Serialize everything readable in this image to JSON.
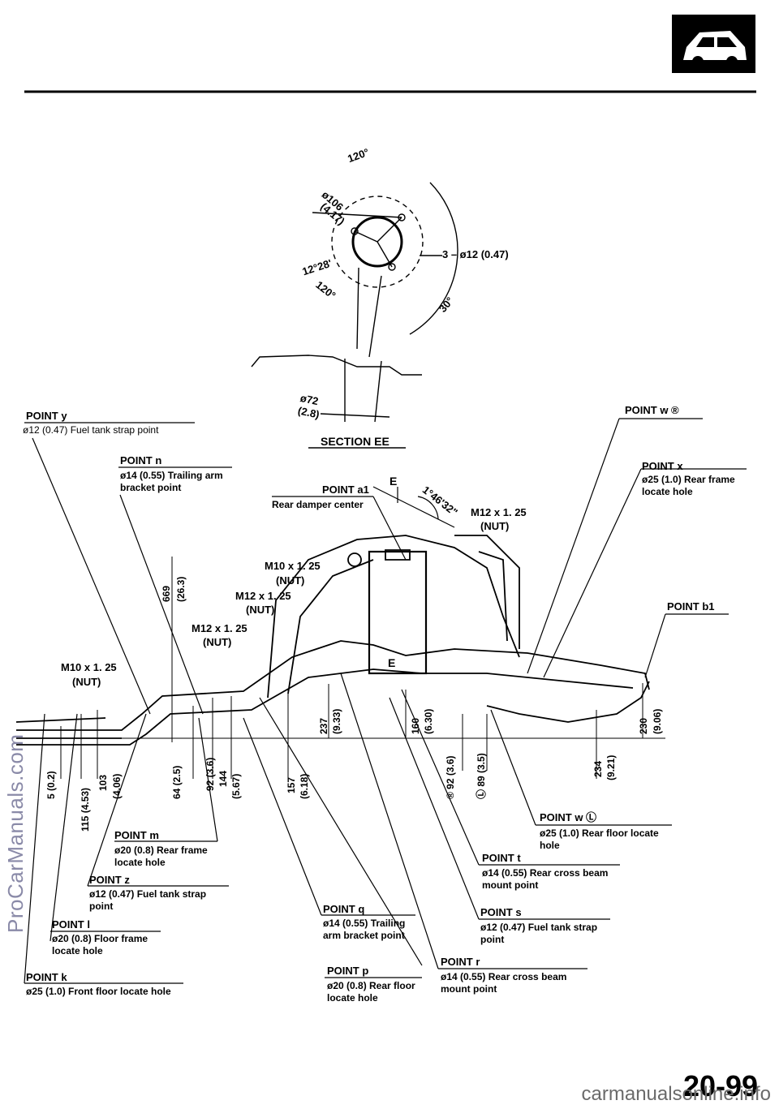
{
  "header": {
    "car_icon": "car-icon"
  },
  "section_ee": {
    "angle_top": "120°",
    "pcd": "ø106",
    "pcd_in": "(4.17)",
    "holes": "3 – ø12 (0.47)",
    "angle_12": "12°28'",
    "angle_120b": "120°",
    "angle_30": "30°",
    "bore": "ø72",
    "bore_in": "(2.8)",
    "title": "SECTION EE"
  },
  "points": {
    "y_head": "POINT y",
    "y_desc": "ø12 (0.47) Fuel tank strap point",
    "n_head": "POINT n",
    "n_desc1": "ø14 (0.55) Trailing arm",
    "n_desc2": "bracket point",
    "a1_head": "POINT a1",
    "a1_desc": "Rear damper center",
    "w_r_head": "POINT w ®",
    "x_head": "POINT x",
    "x_desc1": "ø25 (1.0) Rear frame",
    "x_desc2": "locate hole",
    "b1_head": "POINT b1",
    "m_head": "POINT m",
    "m_desc1": "ø20 (0.8) Rear frame",
    "m_desc2": "locate hole",
    "z_head": "POINT z",
    "z_desc1": "ø12 (0.47) Fuel tank strap",
    "z_desc2": "point",
    "l_head": "POINT l",
    "l_desc1": "ø20 (0.8) Floor frame",
    "l_desc2": "locate hole",
    "k_head": "POINT k",
    "k_desc": "ø25 (1.0) Front floor locate hole",
    "q_head": "POINT q",
    "q_desc1": "ø14 (0.55) Trailing",
    "q_desc2": "arm bracket point",
    "p_head": "POINT p",
    "p_desc1": "ø20 (0.8) Rear floor",
    "p_desc2": "locate hole",
    "w_l_head": "POINT w Ⓛ",
    "w_l_desc1": "ø25 (1.0) Rear floor locate",
    "w_l_desc2": "hole",
    "t_head": "POINT t",
    "t_desc1": "ø14 (0.55) Rear cross beam",
    "t_desc2": "mount point",
    "s_head": "POINT s",
    "s_desc1": "ø12 (0.47) Fuel tank strap",
    "s_desc2": "point",
    "r_head": "POINT r",
    "r_desc1": "ø14 (0.55) Rear cross beam",
    "r_desc2": "mount point"
  },
  "nuts": {
    "m12_top": "M12 x 1. 25",
    "nut_top": "(NUT)",
    "m10_a": "M10 x 1. 25",
    "nut_a": "(NUT)",
    "m12_b": "M12 x 1. 25",
    "nut_b": "(NUT)",
    "m12_c": "M12 x 1. 25",
    "nut_c": "(NUT)",
    "m10_left": "M10 x 1. 25",
    "nut_left": "(NUT)"
  },
  "misc": {
    "angle_damper": "1°46'32\"",
    "e_top": "E",
    "e_mid": "E"
  },
  "dims": {
    "d669": "669",
    "d669_in": "(26.3)",
    "d237": "237",
    "d237_in": "(9.33)",
    "d160": "160",
    "d160_in": "(6.30)",
    "d230": "230",
    "d230_in": "(9.06)",
    "d5": "5 (0.2)",
    "d115": "115 (4.53)",
    "d103": "103",
    "d103_in": "(4.06)",
    "d64": "64 (2.5)",
    "d92": "92 (3.6)",
    "d144": "144",
    "d144_in": "(5.67)",
    "d157": "157",
    "d157_in": "(6.18)",
    "d92r": "® 92 (3.6)",
    "d89l": "Ⓛ 89 (3.5)",
    "d234": "234",
    "d234_in": "(9.21)"
  },
  "footer": {
    "page": "20-99",
    "watermark": "ProCarManuals.com",
    "site": "carmanualsonline.info"
  }
}
